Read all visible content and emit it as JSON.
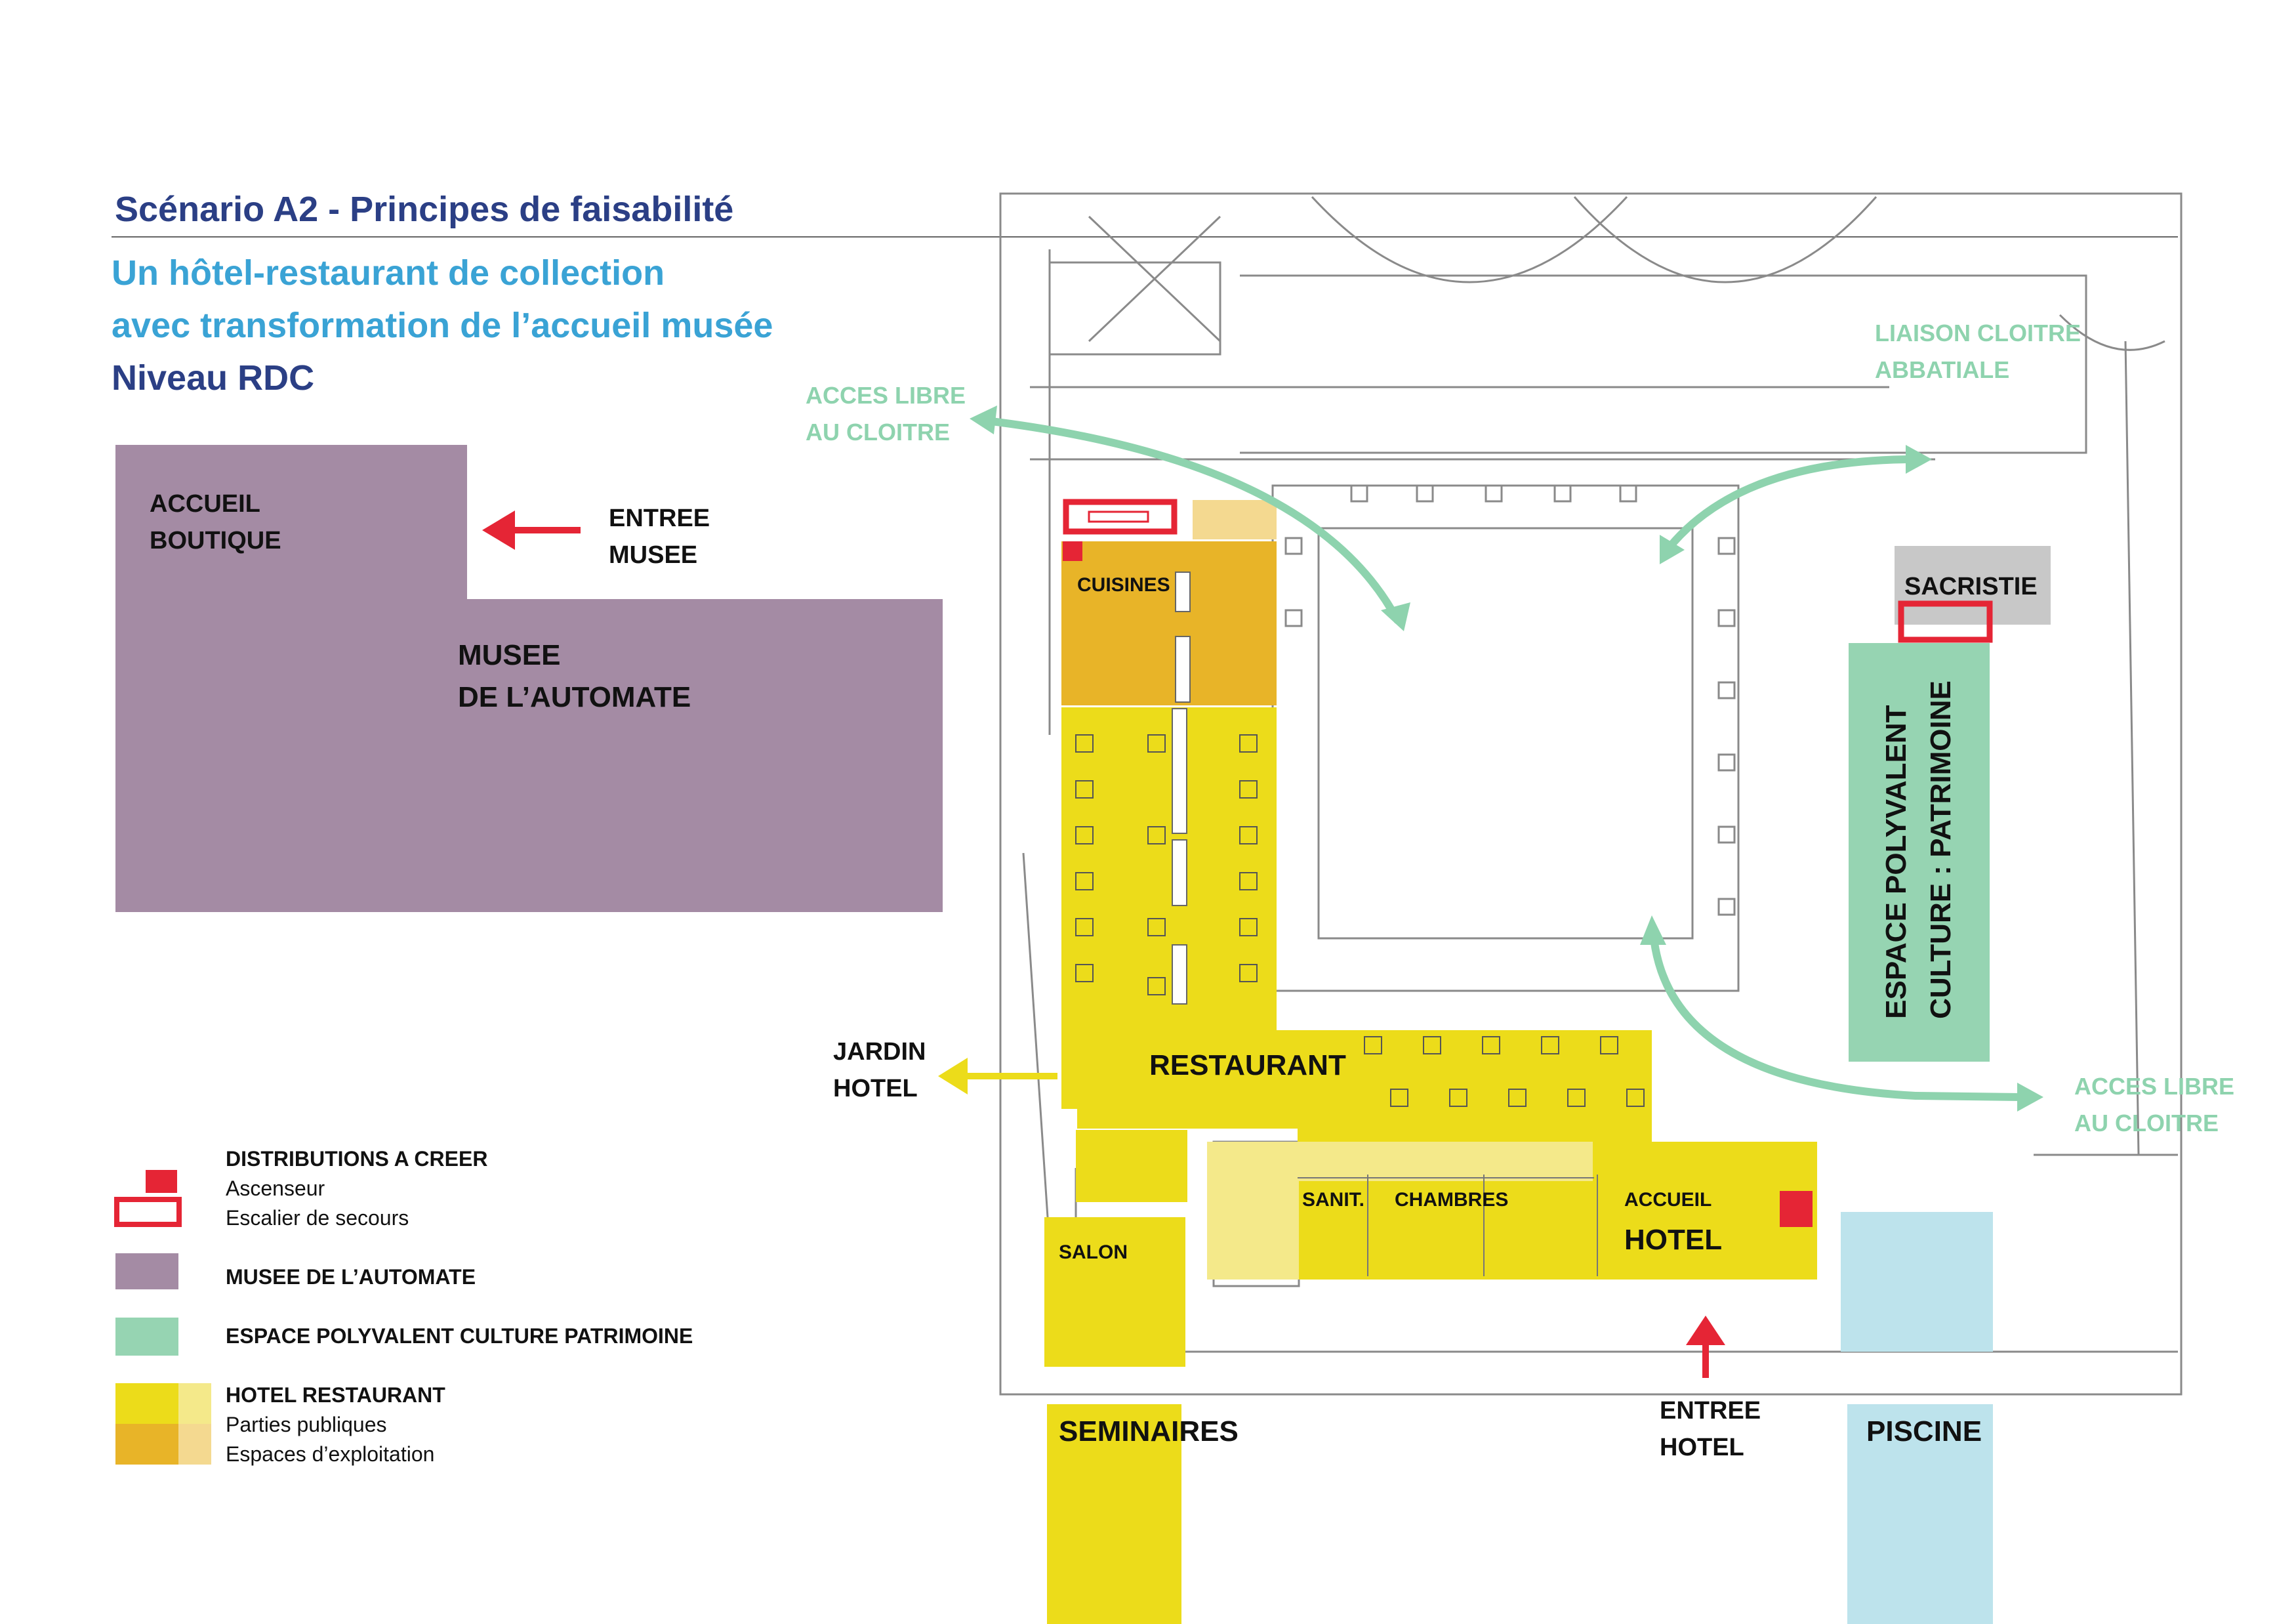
{
  "header": {
    "scenario": "Scénario A2 - Principes de faisabilité",
    "subtitle_line1": "Un hôtel-restaurant de collection",
    "subtitle_line2": "avec transformation de l’accueil musée",
    "level": "Niveau RDC"
  },
  "zones": {
    "accueil": "ACCUEIL\nBOUTIQUE",
    "musee": "MUSEE\nDE L’AUTOMATE",
    "cuisines": "CUISINES",
    "restaurant": "RESTAURANT",
    "salon": "SALON",
    "sanit": "SANIT.",
    "chambres": "CHAMBRES",
    "accueil_hotel": "ACCUEIL",
    "hotel": "HOTEL",
    "sacristie": "SACRISTIE",
    "espace": "ESPACE POLYVALENT\nCULTURE : PATRIMOINE",
    "seminaires": "SEMINAIRES",
    "piscine": "PISCINE"
  },
  "annotations": {
    "entree_musee": "ENTREE\nMUSEE",
    "entree_hotel": "ENTREE\nHOTEL",
    "jardin_hotel": "JARDIN\nHOTEL",
    "acces_libre_left": "ACCES LIBRE\nAU CLOITRE",
    "acces_libre_right": "ACCES LIBRE\nAU CLOITRE",
    "liaison": "LIAISON CLOITRE\nABBATIALE"
  },
  "legend": {
    "distributions_title": "DISTRIBUTIONS A CREER",
    "ascenseur": "Ascenseur",
    "escalier": "Escalier de secours",
    "musee": "MUSEE DE L’AUTOMATE",
    "espace": "ESPACE POLYVALENT CULTURE PATRIMOINE",
    "hotel_title": "HOTEL RESTAURANT",
    "parties": "Parties publiques",
    "espaces": "Espaces d’exploitation"
  },
  "colors": {
    "musee": "#a48ba4",
    "hotel": "#ecdc1a",
    "hotel_light": "#f4e98a",
    "exploitation": "#e8b428",
    "exploitation_light": "#f4d990",
    "espace": "#96d4b2",
    "piscine": "#bde3ec",
    "sacristie": "#c8c8c8",
    "distribution": "#e52535",
    "title_dark": "#2b3f85",
    "title_light": "#3aa3d5",
    "arrow_green": "#8ed3ae"
  }
}
